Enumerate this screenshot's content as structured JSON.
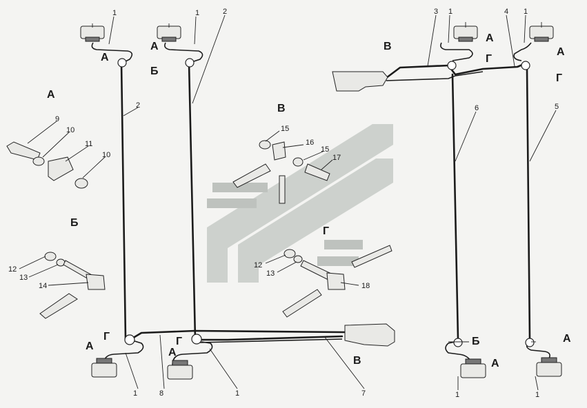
{
  "letters": {
    "A": "А",
    "B": "Б",
    "V": "В",
    "G": "Г"
  },
  "numbers": {
    "n1": "1",
    "n2": "2",
    "n3": "3",
    "n4": "4",
    "n5": "5",
    "n6": "6",
    "n7": "7",
    "n8": "8",
    "n9": "9",
    "n10": "10",
    "n11": "11",
    "n12": "12",
    "n13": "13",
    "n14": "14",
    "n15": "15",
    "n16": "16",
    "n17": "17",
    "n18": "18"
  },
  "colors": {
    "background": "#f4f4f2",
    "line": "#1b1b1b",
    "watermark": "#c9cec9"
  }
}
